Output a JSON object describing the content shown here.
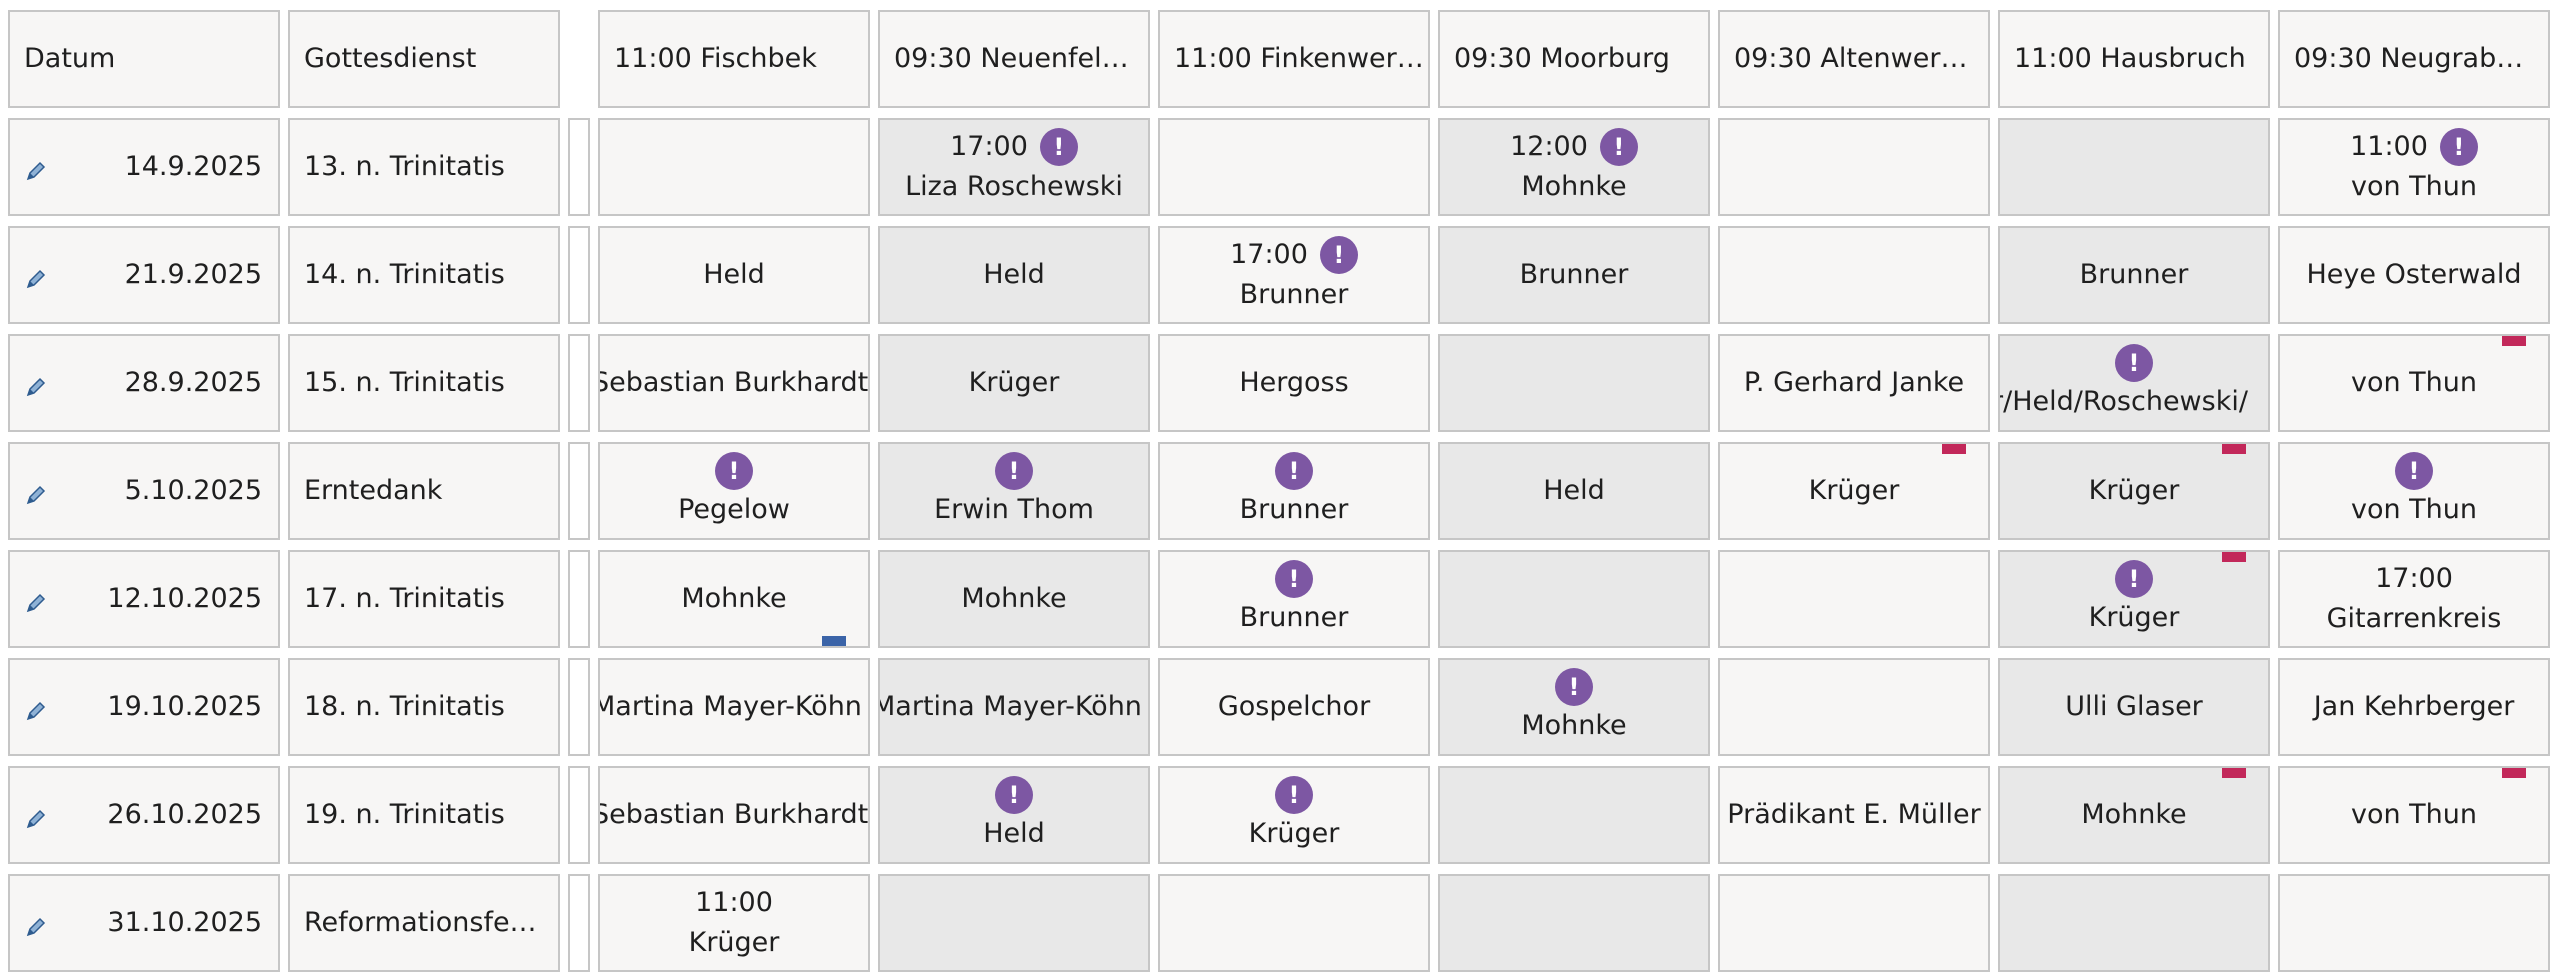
{
  "headers": {
    "date": "Datum",
    "service": "Gottesdienst",
    "places": [
      "11:00 Fischbek",
      "09:30 Neuenfel…",
      "11:00 Finkenwer…",
      "09:30 Moorburg",
      "09:30 Altenwer…",
      "11:00 Hausbruch",
      "09:30 Neugrab…"
    ]
  },
  "rows": [
    {
      "date": "14.9.2025",
      "name": "13. n. Trinitatis",
      "cells": [
        {},
        {
          "time": "17:00",
          "warn": true,
          "text": "Liza Roschewski"
        },
        {},
        {
          "time": "12:00",
          "warn": true,
          "text": "Mohnke"
        },
        {},
        {},
        {
          "time": "11:00",
          "warn": true,
          "text": "von Thun"
        }
      ]
    },
    {
      "date": "21.9.2025",
      "name": "14. n. Trinitatis",
      "cells": [
        {
          "text": "Held"
        },
        {
          "text": "Held"
        },
        {
          "time": "17:00",
          "warn": true,
          "text": "Brunner"
        },
        {
          "text": "Brunner"
        },
        {},
        {
          "text": "Brunner"
        },
        {
          "text": "Heye Osterwald"
        }
      ]
    },
    {
      "date": "28.9.2025",
      "name": "15. n. Trinitatis",
      "cells": [
        {
          "text": "Sebastian Burkhardt",
          "clip": true
        },
        {
          "text": "Krüger"
        },
        {
          "text": "Hergoss"
        },
        {},
        {
          "text": "P. Gerhard Janke"
        },
        {
          "warn": true,
          "text": "r/Held/Roschewski/",
          "clip": true
        },
        {
          "text": "von Thun",
          "flag": "red"
        }
      ]
    },
    {
      "date": "5.10.2025",
      "name": "Erntedank",
      "cells": [
        {
          "warn": true,
          "text": "Pegelow"
        },
        {
          "warn": true,
          "text": "Erwin Thom"
        },
        {
          "warn": true,
          "text": "Brunner"
        },
        {
          "text": "Held"
        },
        {
          "text": "Krüger",
          "flag": "red"
        },
        {
          "text": "Krüger",
          "flag": "red"
        },
        {
          "warn": true,
          "text": "von Thun"
        }
      ]
    },
    {
      "date": "12.10.2025",
      "name": "17. n. Trinitatis",
      "cells": [
        {
          "text": "Mohnke",
          "flag": "blue"
        },
        {
          "text": "Mohnke"
        },
        {
          "warn": true,
          "text": "Brunner"
        },
        {},
        {},
        {
          "warn": true,
          "text": "Krüger",
          "flag": "red"
        },
        {
          "time": "17:00",
          "text": "Gitarrenkreis"
        }
      ]
    },
    {
      "date": "19.10.2025",
      "name": "18. n. Trinitatis",
      "cells": [
        {
          "text": "Martina Mayer-Köhn",
          "clip": true
        },
        {
          "text": "Martina Mayer-Köhn",
          "clip": true
        },
        {
          "text": "Gospelchor"
        },
        {
          "warn": true,
          "text": "Mohnke"
        },
        {},
        {
          "text": "Ulli Glaser"
        },
        {
          "text": "Jan Kehrberger"
        }
      ]
    },
    {
      "date": "26.10.2025",
      "name": "19. n. Trinitatis",
      "cells": [
        {
          "text": "Sebastian Burkhardt",
          "clip": true
        },
        {
          "warn": true,
          "text": "Held"
        },
        {
          "warn": true,
          "text": "Krüger"
        },
        {},
        {
          "text": "Prädikant E. Müller"
        },
        {
          "text": "Mohnke",
          "flag": "red"
        },
        {
          "text": "von Thun",
          "flag": "red"
        }
      ]
    },
    {
      "date": "31.10.2025",
      "name": "Reformationsfe…",
      "cells": [
        {
          "time": "11:00",
          "text": "Krüger"
        },
        {},
        {},
        {},
        {},
        {},
        {}
      ]
    }
  ],
  "colors": {
    "warn_badge": "#7d57a3",
    "flag_red": "#c2285a",
    "flag_blue": "#3b64a8",
    "cell_light": "#f7f6f5",
    "cell_grey": "#e8e8e8"
  },
  "icons": {
    "edit": "pencil-icon",
    "warning": "exclamation-circle-icon"
  }
}
